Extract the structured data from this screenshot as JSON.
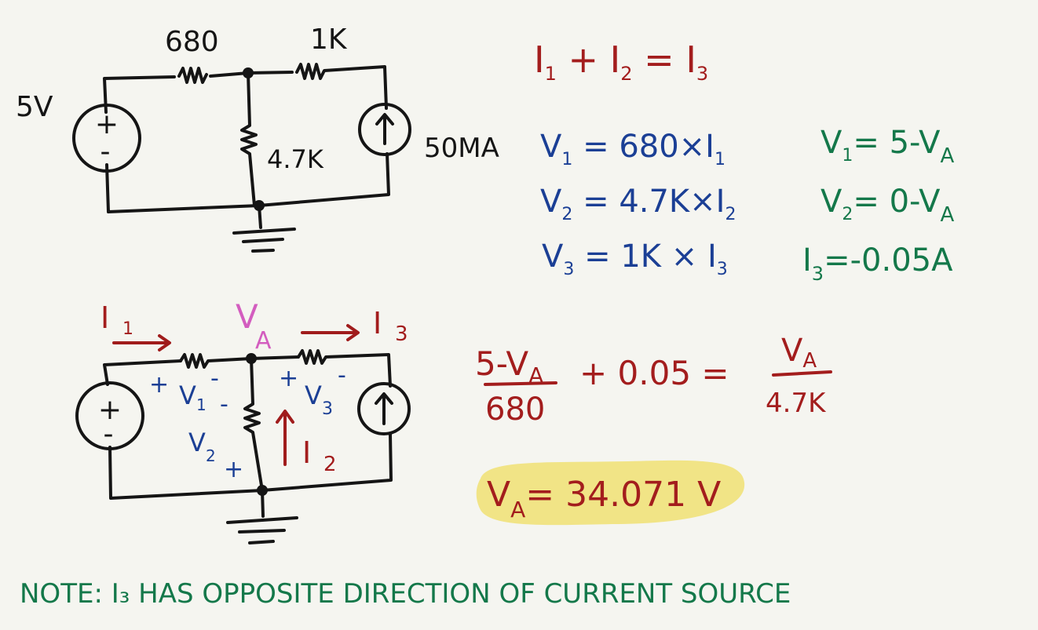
{
  "colors": {
    "background": "#f5f5f0",
    "ink": "#151515",
    "red": "#a31d1d",
    "blue": "#1b3f95",
    "green": "#14784a",
    "pink": "#d35dbf",
    "highlight": "#f1e27a"
  },
  "circuit1": {
    "r1_label": "680",
    "r3_label": "1K",
    "source_voltage": "5V",
    "r2_label": "4.7K",
    "source_current": "50MA",
    "vsource_plus": "+",
    "vsource_minus": "-",
    "csource_arrow": "↑"
  },
  "circuit2": {
    "i1_label": "I",
    "i1_sub": "1",
    "node_label": "V",
    "node_sub": "A",
    "i3_label": "I",
    "i3_sub": "3",
    "i2_label": "I",
    "i2_sub": "2",
    "v1_label": "V",
    "v1_sub": "1",
    "v2_label": "V",
    "v2_sub": "2",
    "v3_label": "V",
    "v3_sub": "3",
    "plus": "+",
    "minus": "-",
    "vsource_plus": "+",
    "vsource_minus": "-",
    "csource_arrow": "↑"
  },
  "equations": {
    "kcl": {
      "a": "I",
      "a_sub": "1",
      "plus": " + ",
      "b": "I",
      "b_sub": "2",
      "eq": " = ",
      "c": "I",
      "c_sub": "3"
    },
    "ohm": [
      {
        "v": "V",
        "v_sub": "1",
        "rhs": " = 680×I",
        "rhs_sub": "1"
      },
      {
        "v": "V",
        "v_sub": "2",
        "rhs": " = 4.7K×I",
        "rhs_sub": "2"
      },
      {
        "v": "V",
        "v_sub": "3",
        "rhs": " = 1K × I",
        "rhs_sub": "3"
      }
    ],
    "node": [
      {
        "lhs": "V",
        "lhs_sub": "1",
        "rhs": "= 5-V",
        "rhs_sub": "A"
      },
      {
        "lhs": "V",
        "lhs_sub": "2",
        "rhs": "= 0-V",
        "rhs_sub": "A"
      },
      {
        "lhs": "I",
        "lhs_sub": "3",
        "rhs": "=-0.05A",
        "rhs_sub": ""
      }
    ],
    "fraction1_num": "5-V",
    "fraction1_num_sub": "A",
    "fraction1_den": "680",
    "middle": "+ 0.05 =",
    "fraction2_num": "V",
    "fraction2_num_sub": "A",
    "fraction2_den": "4.7K",
    "result": "V",
    "result_sub": "A",
    "result_value": "= 34.071 V"
  },
  "note": "NOTE: I₃ HAS OPPOSITE DIRECTION OF CURRENT SOURCE"
}
